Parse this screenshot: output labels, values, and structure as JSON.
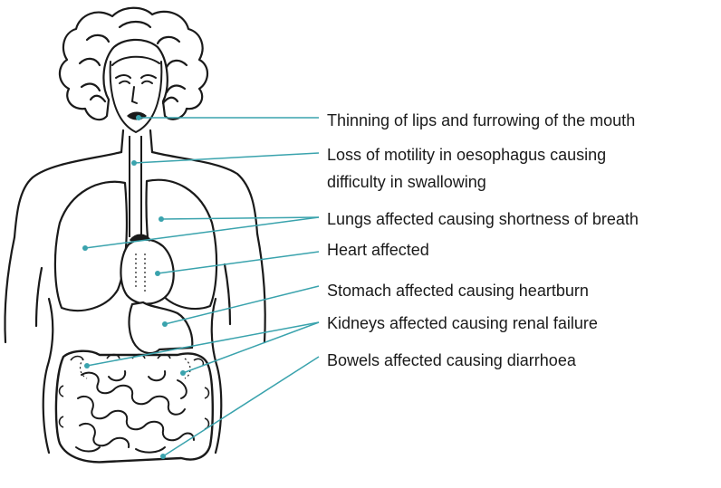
{
  "colors": {
    "leader_line": "#3aa3ad",
    "outline": "#1a1a1a",
    "label_text": "#1a1a1a"
  },
  "labels": {
    "lips": "Thinning of lips and furrowing of the mouth",
    "oesophagus_line1": "Loss of motility in oesophagus causing",
    "oesophagus_line2": "difficulty in swallowing",
    "lungs": "Lungs affected causing shortness of breath",
    "heart": "Heart affected",
    "stomach": "Stomach affected causing heartburn",
    "kidneys": "Kidneys affected causing renal failure",
    "bowels": "Bowels affected causing diarrhoea"
  }
}
